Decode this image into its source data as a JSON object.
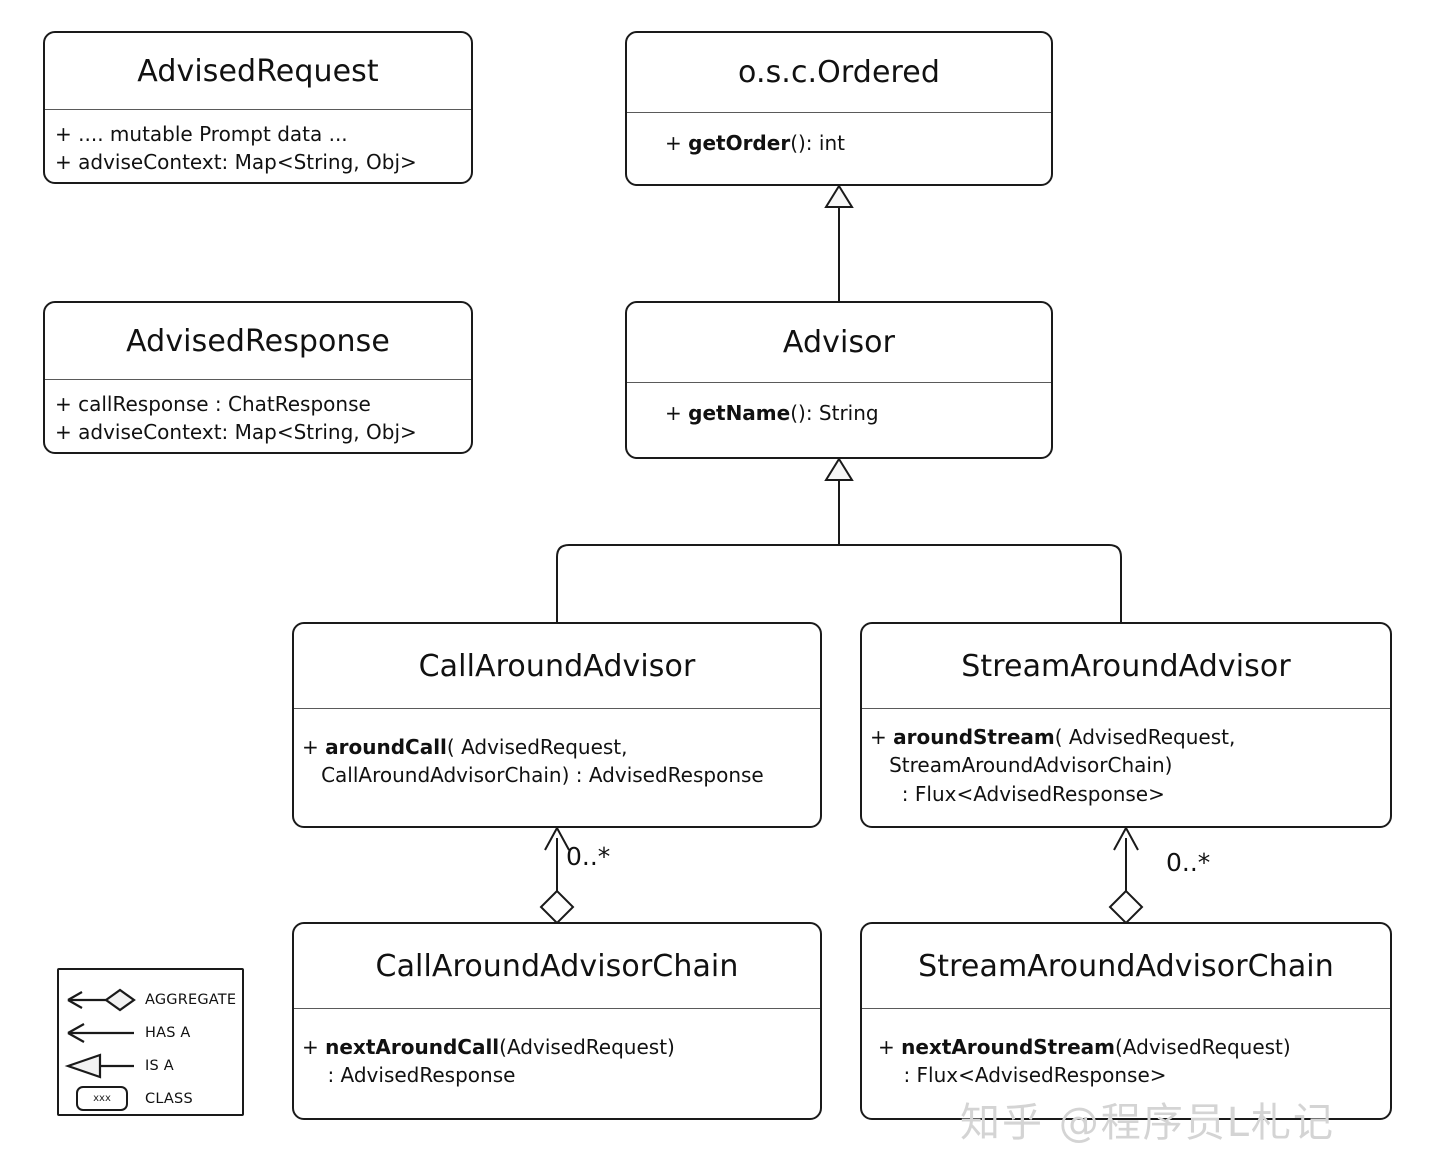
{
  "diagram": {
    "title": "Spring AI Advisor class diagram",
    "classes": [
      {
        "id": "advised-request",
        "name": "AdvisedRequest",
        "members": [
          {
            "prefix": "+ ",
            "bold": "",
            "rest": ".... mutable Prompt data ..."
          },
          {
            "prefix": "+ ",
            "bold": "",
            "rest": "adviseContext: Map<String, Obj>"
          }
        ]
      },
      {
        "id": "advised-response",
        "name": "AdvisedResponse",
        "members": [
          {
            "prefix": "+ ",
            "bold": "",
            "rest": "callResponse : ChatResponse"
          },
          {
            "prefix": "+ ",
            "bold": "",
            "rest": "adviseContext: Map<String, Obj>"
          }
        ]
      },
      {
        "id": "ordered",
        "name": "o.s.c.Ordered",
        "members": [
          {
            "prefix": "+ ",
            "bold": "getOrder",
            "rest": "(): int"
          }
        ]
      },
      {
        "id": "advisor",
        "name": "Advisor",
        "members": [
          {
            "prefix": "+ ",
            "bold": "getName",
            "rest": "(): String"
          }
        ]
      },
      {
        "id": "call-around-advisor",
        "name": "CallAroundAdvisor",
        "members": [
          {
            "prefix": "+ ",
            "bold": "aroundCall",
            "rest": "( AdvisedRequest,"
          },
          {
            "prefix": "   ",
            "bold": "",
            "rest": "CallAroundAdvisorChain) : AdvisedResponse"
          }
        ]
      },
      {
        "id": "stream-around-advisor",
        "name": "StreamAroundAdvisor",
        "members": [
          {
            "prefix": "+ ",
            "bold": "aroundStream",
            "rest": "( AdvisedRequest,"
          },
          {
            "prefix": "   ",
            "bold": "",
            "rest": "StreamAroundAdvisorChain)"
          },
          {
            "prefix": "     ",
            "bold": "",
            "rest": ": Flux<AdvisedResponse>"
          }
        ]
      },
      {
        "id": "call-around-advisor-chain",
        "name": "CallAroundAdvisorChain",
        "members": [
          {
            "prefix": "+ ",
            "bold": "nextAroundCall",
            "rest": "(AdvisedRequest)"
          },
          {
            "prefix": "    ",
            "bold": "",
            "rest": ": AdvisedResponse"
          }
        ]
      },
      {
        "id": "stream-around-advisor-chain",
        "name": "StreamAroundAdvisorChain",
        "members": [
          {
            "prefix": "+ ",
            "bold": "nextAroundStream",
            "rest": "(AdvisedRequest)"
          },
          {
            "prefix": "    ",
            "bold": "",
            "rest": ": Flux<AdvisedResponse>"
          }
        ]
      }
    ],
    "relations": [
      {
        "id": "advisor-isa-ordered",
        "type": "is-a",
        "from": "Advisor",
        "to": "o.s.c.Ordered",
        "label": ""
      },
      {
        "id": "callaroundadvisor-isa-advisor",
        "type": "is-a",
        "from": "CallAroundAdvisor",
        "to": "Advisor",
        "label": ""
      },
      {
        "id": "streamaroundadvisor-isa-advisor",
        "type": "is-a",
        "from": "StreamAroundAdvisor",
        "to": "Advisor",
        "label": ""
      },
      {
        "id": "callchain-aggregates-calladvisor",
        "type": "aggregate",
        "from": "CallAroundAdvisorChain",
        "to": "CallAroundAdvisor",
        "label": "0..*"
      },
      {
        "id": "streamchain-aggregates-streamadvisor",
        "type": "aggregate",
        "from": "StreamAroundAdvisorChain",
        "to": "StreamAroundAdvisor",
        "label": "0..*"
      }
    ],
    "multiplicity": {
      "call_chain": "0..*",
      "stream_chain": "0..*"
    }
  },
  "legend": {
    "rows": [
      {
        "glyph": "aggregate-icon",
        "label": "AGGREGATE"
      },
      {
        "glyph": "has-a-arrow-icon",
        "label": "HAS A"
      },
      {
        "glyph": "is-a-arrow-icon",
        "label": "IS A"
      },
      {
        "glyph": "class-box-icon",
        "label": "CLASS",
        "sample": "xxx"
      }
    ]
  },
  "watermark": {
    "text": "知乎 @程序员L札记"
  },
  "colors": {
    "stroke": "#1a1a1a",
    "divider": "#5a5a5a",
    "text": "#111111",
    "background": "#ffffff",
    "watermark": "#d4d4d4"
  }
}
